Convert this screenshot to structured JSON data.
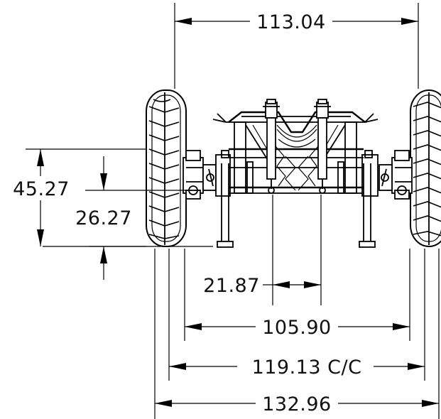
{
  "dimensions": {
    "top_width": "113.04",
    "height_total": "45.27",
    "height_inner": "26.27",
    "center_gap": "21.87",
    "inner_track": "105.90",
    "center_to_center": "119.13 C/C",
    "overall_width": "132.96"
  },
  "colors": {
    "line": "#000000",
    "background": "#ffffff"
  }
}
